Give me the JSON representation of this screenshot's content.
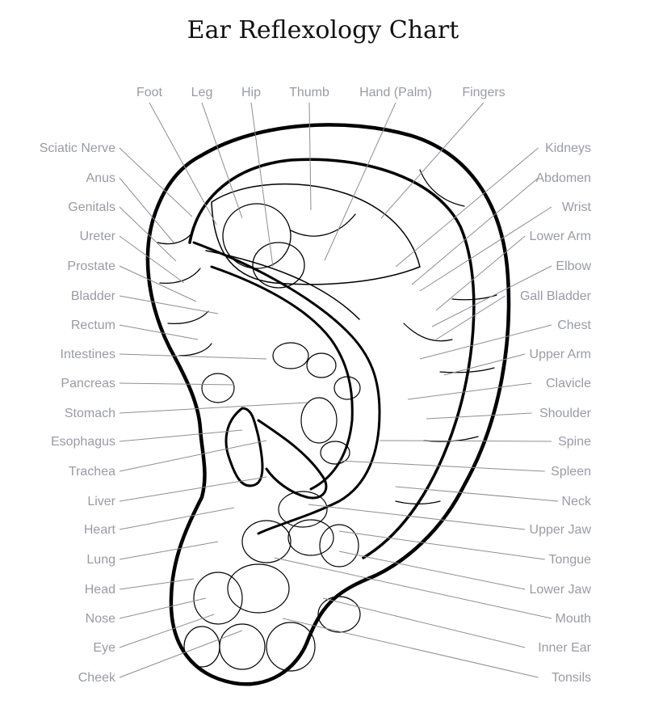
{
  "title": "Ear Reflexology Chart",
  "colors": {
    "label": "#9a9aa6",
    "leader": "#8d8d98",
    "outline": "#000000"
  },
  "labels": {
    "top": [
      "Foot",
      "Leg",
      "Hip",
      "Thumb",
      "Hand (Palm)",
      "Fingers"
    ],
    "left": [
      "Sciatic Nerve",
      "Anus",
      "Genitals",
      "Ureter",
      "Prostate",
      "Bladder",
      "Rectum",
      "Intestines",
      "Pancreas",
      "Stomach",
      "Esophagus",
      "Trachea",
      "Liver",
      "Heart",
      "Lung",
      "Head",
      "Nose",
      "Eye",
      "Cheek"
    ],
    "right": [
      "Kidneys",
      "Abdomen",
      "Wrist",
      "Lower Arm",
      "Elbow",
      "Gall Bladder",
      "Chest",
      "Upper Arm",
      "Clavicle",
      "Shoulder",
      "Spine",
      "Spleen",
      "Neck",
      "Upper Jaw",
      "Tongue",
      "Lower Jaw",
      "Mouth",
      "Inner Ear",
      "Tonsils"
    ]
  }
}
